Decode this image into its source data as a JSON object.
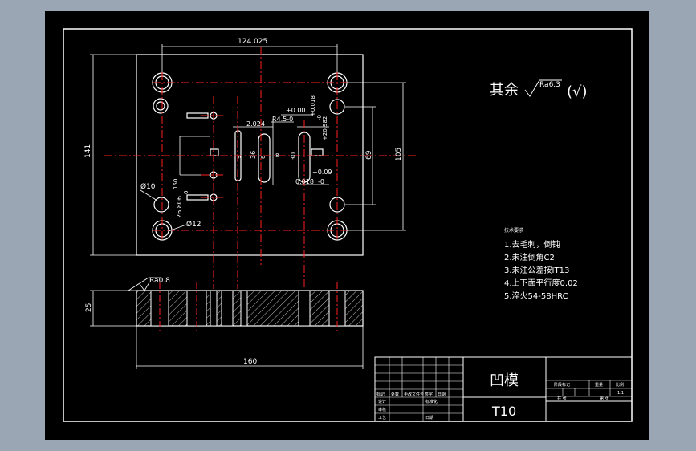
{
  "colors": {
    "background_outer": "#9aa6b4",
    "sheet": "#000000",
    "frame": "#ffffff",
    "centerline": "#ff2020",
    "hatch": "#c8c8c8"
  },
  "dimensions": {
    "top_width": "124.025",
    "left_height": "141",
    "right_inner": "69",
    "right_outer": "105",
    "bottom_width": "160",
    "side_height": "25",
    "slot_width": "2.024",
    "radius": "R4.5-0",
    "tol_plus_00": "+0.00",
    "tol_plus_018": "+0.018",
    "tol_minus_0": "-0",
    "tol_minus_0_small": "-0",
    "tol_20_982": "+20.982",
    "slot_8": "8",
    "dim_6": "6",
    "dim_30": "30",
    "dim_3": "3",
    "dim_36": "36",
    "tol_plus_009": "+0.09",
    "tol_0018": "0.018",
    "tol_0": "-0",
    "tol_150": "150",
    "tol_0_right": "0",
    "dim_26_": "26.806",
    "dia_10": "Ø10",
    "dia_12": "Ø12",
    "side_ra": "Ra0.8"
  },
  "surface_finish": {
    "label": "其余",
    "ra": "Ra6.3",
    "check": "(√)"
  },
  "notes": {
    "title": "技术要求",
    "items": [
      "1.去毛刺，倒钝",
      "2.未注倒角C2",
      "3.未注公差按IT13",
      "4.上下面平行度0.02",
      "5.淬火54-58HRC"
    ]
  },
  "title_block": {
    "part_name": "凹模",
    "material": "T10",
    "left_small_labels": [
      "标记",
      "处数",
      "更改文件号",
      "签字",
      "日期"
    ],
    "left_role_labels": [
      "设计",
      "审核",
      "工艺"
    ],
    "left_role_col2": [
      "标准化",
      "",
      "日期"
    ],
    "right_header_labels": [
      "阶段标记",
      "重量",
      "比例"
    ],
    "right_ratio": "1:1",
    "right_sheet_labels": [
      "共  张",
      "第  张"
    ]
  }
}
